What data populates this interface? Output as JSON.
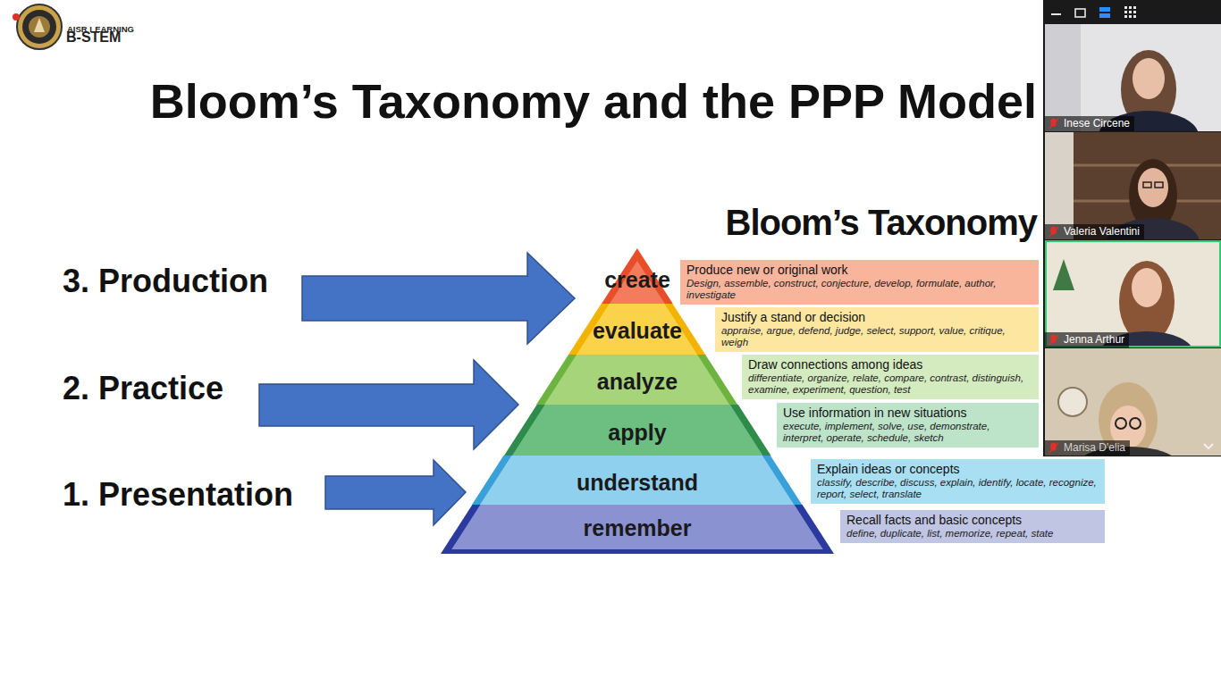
{
  "diagram": {
    "title": "Bloom’s Taxonomy and the PPP Model",
    "nodes": [
      {
        "text": [
          "create"
        ]
      },
      {
        "text": [
          "evaluate"
        ]
      },
      {
        "text": [
          "analyze"
        ]
      },
      {
        "text": [
          "apply"
        ]
      },
      {
        "text": [
          "understand"
        ]
      },
      {
        "text": [
          "remember"
        ]
      },
      {
        "text": [
          "Produce new or original work",
          "Design, assemble, construct, conjecture, develop, formulate, author, investigate"
        ]
      },
      {
        "text": [
          "Justify a stand or decision",
          "appraise, argue, defend, judge, select, support, value, critique, weigh"
        ]
      },
      {
        "text": [
          "Draw connections among ideas",
          "differentiate, organize, relate, compare, contrast, distinguish, examine, experiment, question, test"
        ]
      },
      {
        "text": [
          "Use information in new situations",
          "execute, implement, solve, use, demonstrate, interpret, operate, schedule, sketch"
        ]
      },
      {
        "text": [
          "Explain ideas or concepts",
          "classify, describe, discuss, explain, identify, locate, recognize, report, select, translate"
        ]
      },
      {
        "text": [
          "Recall facts and basic concepts",
          "define, duplicate, list, memorize, repeat, state"
        ]
      },
      {
        "text": [
          "Inese Circene"
        ]
      },
      {
        "text": [
          "Valeria Valentini"
        ]
      },
      {
        "text": [
          "Jenna Arthur"
        ]
      },
      {
        "text": [
          "Marisa D'elia"
        ]
      }
    ],
    "labels": [
      "3. Production",
      "2. Practice",
      "1. Presentation",
      "Bloom’s Taxonomy",
      "AISR LEARNING",
      "B-STEM"
    ]
  }
}
